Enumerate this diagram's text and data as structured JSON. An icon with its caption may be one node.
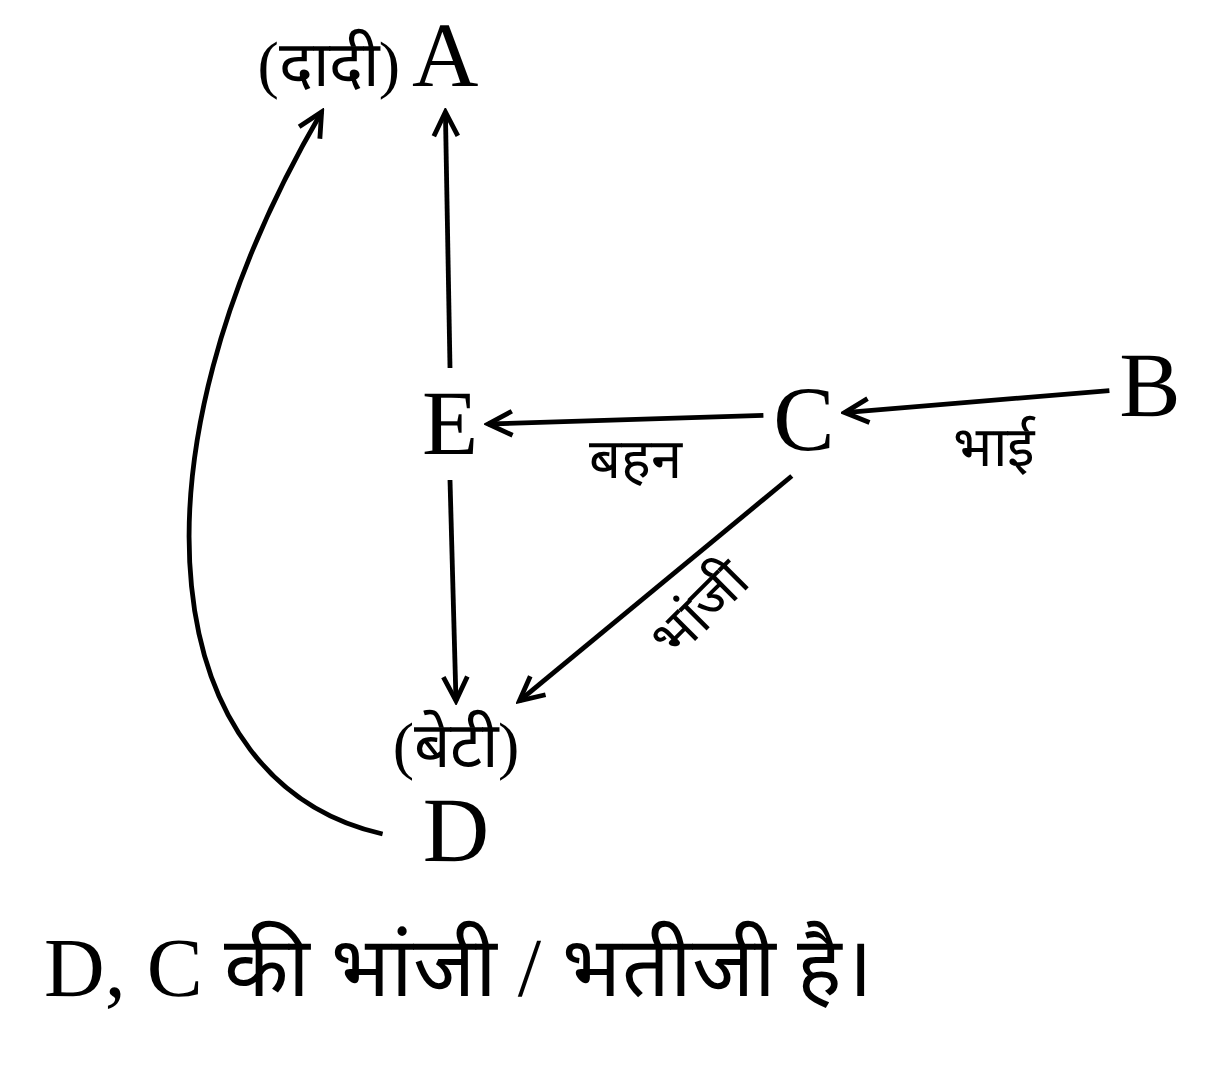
{
  "diagram": {
    "caption": "D, C की भांजी / भतीजी है।",
    "nodes": [
      {
        "text": [
          "A"
        ],
        "beside": [
          "(दादी)"
        ]
      },
      {
        "text": [
          "E"
        ]
      },
      {
        "text": [
          "C"
        ]
      },
      {
        "text": [
          "B"
        ]
      },
      {
        "text": [
          "D"
        ],
        "beside": [
          "(बेटी)"
        ]
      }
    ],
    "edges": [
      {
        "from": 3,
        "to": 2,
        "arrow": "to",
        "label": "भाई"
      },
      {
        "from": 2,
        "to": 1,
        "arrow": "to",
        "label": "बहन"
      },
      {
        "from": 2,
        "to": 4,
        "arrow": "to",
        "label": "भांजी"
      },
      {
        "from": 1,
        "to": 0,
        "arrow": "to"
      },
      {
        "from": 1,
        "to": 4,
        "arrow": "to"
      },
      {
        "from": 4,
        "to": 0,
        "arrow": "to"
      }
    ]
  }
}
